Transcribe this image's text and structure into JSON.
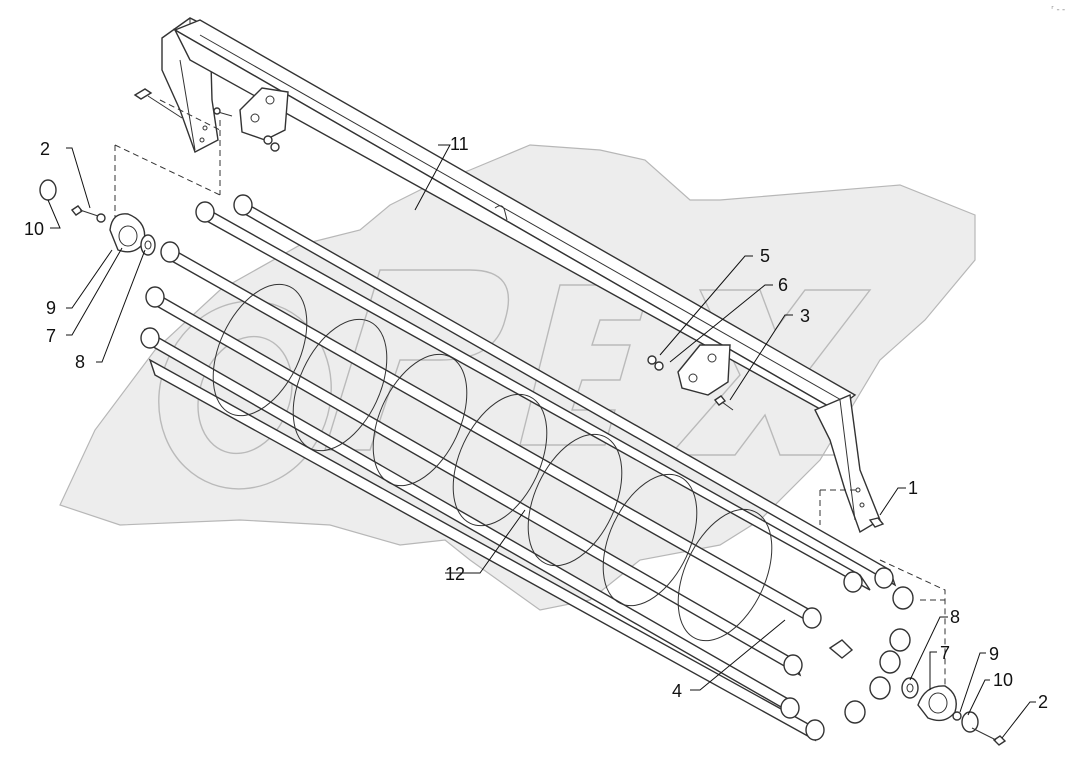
{
  "corner_mark": "ʳ--",
  "watermark": {
    "text": "OPEX",
    "icon": "gear-watermark-icon"
  },
  "callouts": [
    {
      "id": "c1",
      "number": "1"
    },
    {
      "id": "c2a",
      "number": "2"
    },
    {
      "id": "c2b",
      "number": "2"
    },
    {
      "id": "c3",
      "number": "3"
    },
    {
      "id": "c4",
      "number": "4"
    },
    {
      "id": "c5",
      "number": "5"
    },
    {
      "id": "c6",
      "number": "6"
    },
    {
      "id": "c7a",
      "number": "7"
    },
    {
      "id": "c7b",
      "number": "7"
    },
    {
      "id": "c8a",
      "number": "8"
    },
    {
      "id": "c8b",
      "number": "8"
    },
    {
      "id": "c9a",
      "number": "9"
    },
    {
      "id": "c9b",
      "number": "9"
    },
    {
      "id": "c10a",
      "number": "10"
    },
    {
      "id": "c10b",
      "number": "10"
    },
    {
      "id": "c11",
      "number": "11"
    },
    {
      "id": "c12",
      "number": "12"
    }
  ]
}
